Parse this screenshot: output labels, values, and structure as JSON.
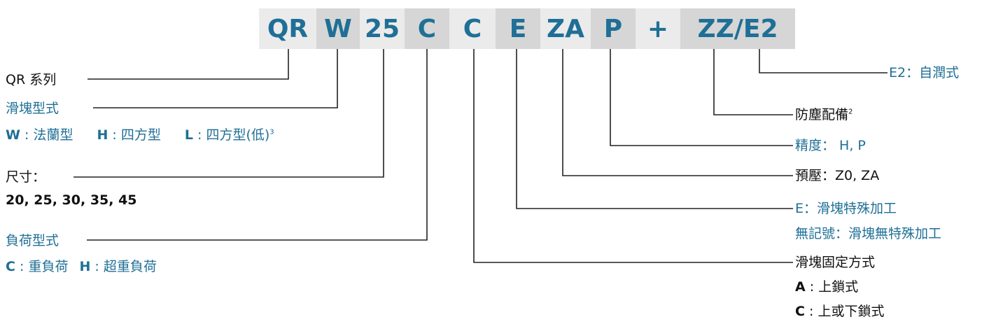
{
  "code": {
    "c1": "QR",
    "c2": "W",
    "c3": "25",
    "c4": "C",
    "c5": "C",
    "c6": "E",
    "c7": "ZA",
    "c8": "P",
    "c9": "+",
    "c10": "ZZ/E2"
  },
  "left": {
    "series": "QR 系列",
    "block_type_title": "滑塊型式",
    "block_W_code": "W",
    "block_W_desc": "法蘭型",
    "block_H_code": "H",
    "block_H_desc": "四方型",
    "block_L_code": "L",
    "block_L_desc": "四方型(低)",
    "block_L_note": "3",
    "size_title": "尺寸：",
    "size_values": "20, 25, 30, 35, 45",
    "load_title": "負荷型式",
    "load_C_code": "C",
    "load_C_desc": "重負荷",
    "load_H_code": "H",
    "load_H_desc": "超重負荷"
  },
  "right": {
    "e2": "E2：自潤式",
    "dust": "防塵配備",
    "dust_note": "2",
    "accuracy": "精度： H, P",
    "preload": "預壓：Z0, ZA",
    "special_E": "E：滑塊特殊加工",
    "special_none": "無記號：滑塊無特殊加工",
    "fix_title": "滑塊固定方式",
    "fix_A_code": "A",
    "fix_A_desc": "上鎖式",
    "fix_C_code": "C",
    "fix_C_desc": "上或下鎖式"
  }
}
